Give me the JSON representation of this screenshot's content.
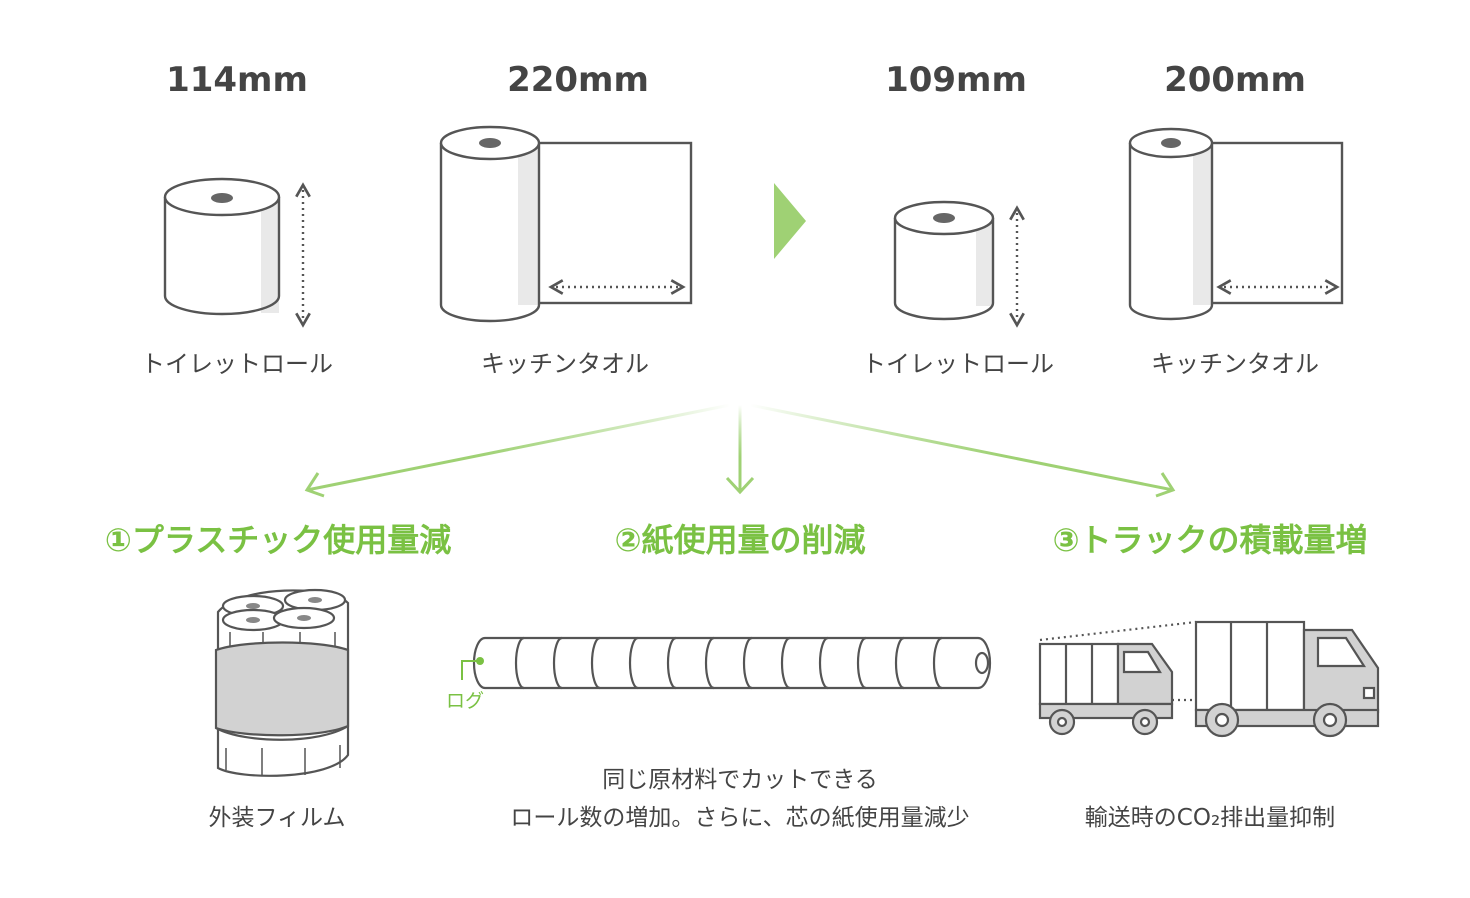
{
  "top": {
    "before": {
      "toilet": {
        "size": "114mm",
        "label": "トイレットロール"
      },
      "kitchen": {
        "size": "220mm",
        "label": "キッチンタオル"
      }
    },
    "after": {
      "toilet": {
        "size": "109mm",
        "label": "トイレットロール"
      },
      "kitchen": {
        "size": "200mm",
        "label": "キッチンタオル"
      }
    }
  },
  "benefits": [
    {
      "title": "①プラスチック使用量減",
      "caption": "外装フィルム"
    },
    {
      "title": "②紙使用量の削減",
      "caption_lines": [
        "同じ原材料でカットできる",
        "ロール数の増加。さらに、芯の紙使用量減少"
      ],
      "log_label": "ログ"
    },
    {
      "title": "③トラックの積載量増",
      "caption": "輸送時のCO₂排出量抑制"
    }
  ],
  "colors": {
    "accent": "#7ac143",
    "line": "#555555",
    "gray": "#d2d2d2"
  }
}
